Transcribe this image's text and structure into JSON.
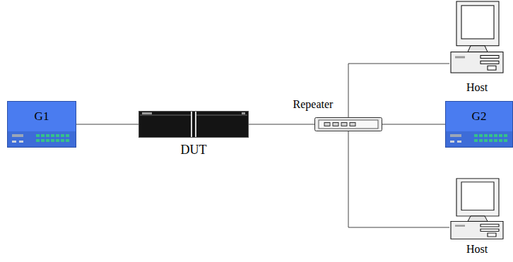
{
  "diagram": {
    "nodes": [
      {
        "text": [
          "G1"
        ]
      },
      {
        "text": [
          "DUT"
        ]
      },
      {
        "text": [
          "Repeater"
        ]
      },
      {
        "text": [
          "Host"
        ]
      },
      {
        "text": [
          "G2"
        ]
      },
      {
        "text": [
          "Host"
        ]
      }
    ],
    "edges": [
      {
        "from": 0,
        "to": 1,
        "arrow": "none"
      },
      {
        "from": 1,
        "to": 2,
        "arrow": "none"
      },
      {
        "from": 2,
        "to": 3,
        "arrow": "none"
      },
      {
        "from": 2,
        "to": 4,
        "arrow": "none"
      },
      {
        "from": 2,
        "to": 5,
        "arrow": "none"
      }
    ]
  }
}
